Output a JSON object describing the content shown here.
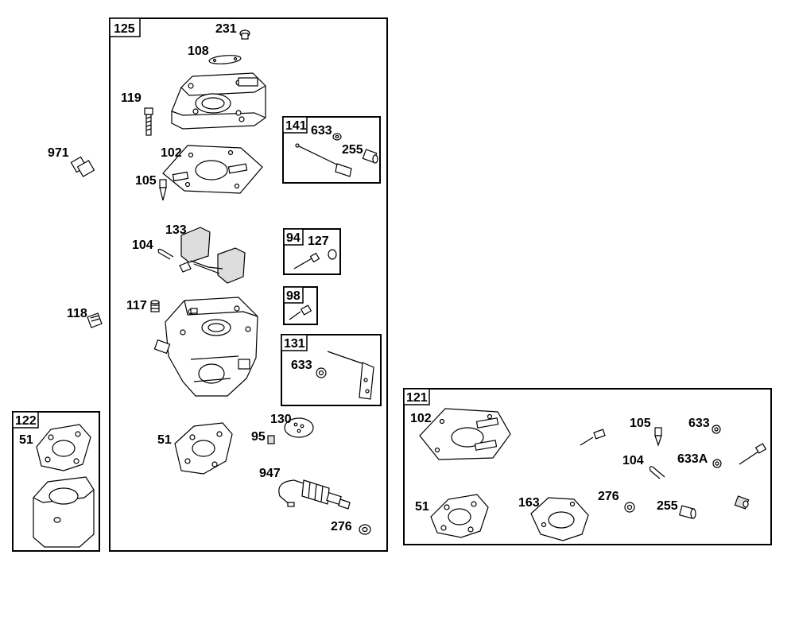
{
  "boxes": {
    "b125": "125",
    "b141": "141",
    "b94": "94",
    "b98": "98",
    "b131": "131",
    "b122": "122",
    "b121": "121"
  },
  "labels": {
    "p231": "231",
    "p108": "108",
    "p119": "119",
    "p102": "102",
    "p105": "105",
    "p133": "133",
    "p104": "104",
    "p117": "117",
    "p51": "51",
    "p95": "95",
    "p130": "130",
    "p947": "947",
    "p276": "276",
    "p971": "971",
    "p118": "118",
    "p633_141": "633",
    "p255_141": "255",
    "p127": "127",
    "p633_131": "633",
    "p51_122": "51",
    "p102_121": "102",
    "p105_121": "105",
    "p633_121": "633",
    "p104_121": "104",
    "p633A_121": "633A",
    "p51_121": "51",
    "p163_121": "163",
    "p276_121": "276",
    "p255_121": "255"
  }
}
